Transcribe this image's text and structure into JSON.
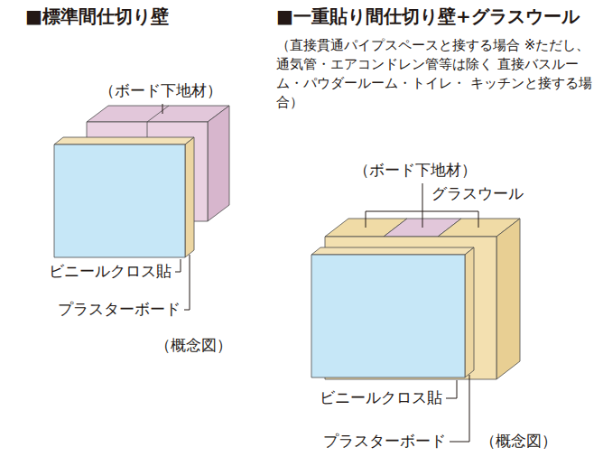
{
  "diagram": {
    "labels": [
      "■標準間仕切り壁",
      "■一重貼り間仕切り壁+グラスウール",
      "（直接貫通パイプスペースと接する場合 ※ただし、通気管・エアコンドレン管等は除く 直接バスルーム・パウダールーム・トイレ・ キッチンと接する場合）",
      "（ボード下地材）",
      "ビニールクロス貼",
      "プラスターボード",
      "（概念図）",
      "（ボード下地材）",
      "グラスウール",
      "ビニールクロス貼",
      "プラスターボード",
      "（概念図）"
    ]
  }
}
